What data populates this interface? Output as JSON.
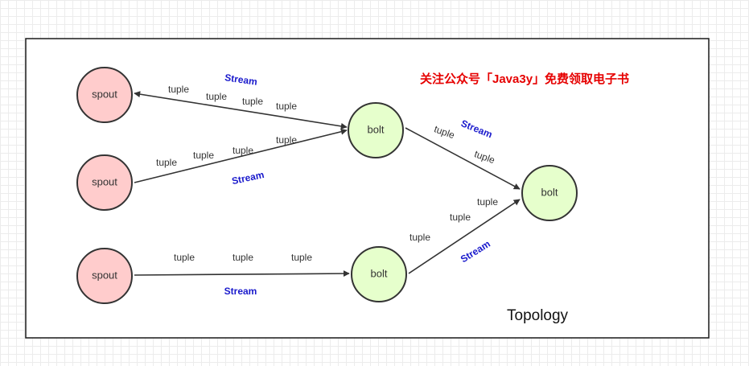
{
  "colors": {
    "spout_fill": "#ffcccc",
    "bolt_fill": "#e6ffcc",
    "stroke": "#333333",
    "stream_text": "#1a1acc",
    "note_text": "#e60000"
  },
  "nodes": {
    "spout_1": "spout",
    "spout_2": "spout",
    "spout_3": "spout",
    "bolt_1": "bolt",
    "bolt_2": "bolt",
    "bolt_3": "bolt"
  },
  "edge_labels": {
    "tuple": "tuple",
    "stream": "Stream"
  },
  "note": "关注公众号「Java3y」免费领取电子书",
  "caption": "Topology"
}
